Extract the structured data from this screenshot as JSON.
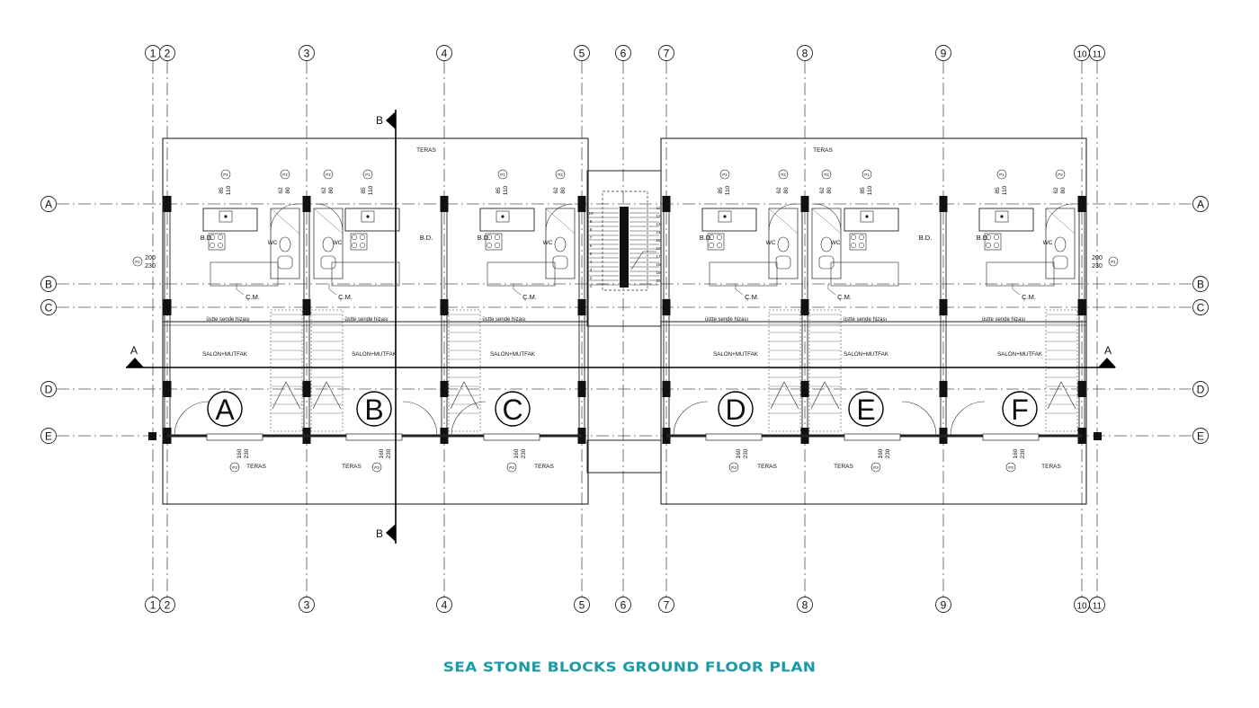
{
  "caption": "SEA STONE BLOCKS GROUND FLOOR PLAN",
  "grid_columns": [
    "1",
    "2",
    "3",
    "4",
    "5",
    "6",
    "7",
    "8",
    "9",
    "10",
    "11"
  ],
  "grid_rows": [
    "A",
    "B",
    "C",
    "D",
    "E"
  ],
  "section_markers": {
    "horizontal": "A",
    "vertical": "B"
  },
  "units": [
    "A",
    "B",
    "C",
    "D",
    "E",
    "F"
  ],
  "room_labels": {
    "terrace": "TERAS",
    "wc": "WC",
    "bd": "B.D.",
    "cm": "Ç.M.",
    "salon": "SALON+MUTFAK",
    "upper_note": "üstte sende hizası"
  },
  "door_tags": {
    "p1": "P1",
    "p2": "P2",
    "p3": "P3",
    "window_w": "85",
    "window_h": "110",
    "wc_w": "62",
    "wc_h": "80",
    "side_a": "200",
    "side_b": "230",
    "front_a": "160",
    "front_b": "230"
  },
  "stair_numbers": [
    "1",
    "2",
    "3",
    "4",
    "5",
    "6",
    "7",
    "8",
    "9",
    "10",
    "11",
    "12",
    "13",
    "14",
    "15",
    "16",
    "17",
    "18",
    "19",
    "20"
  ]
}
